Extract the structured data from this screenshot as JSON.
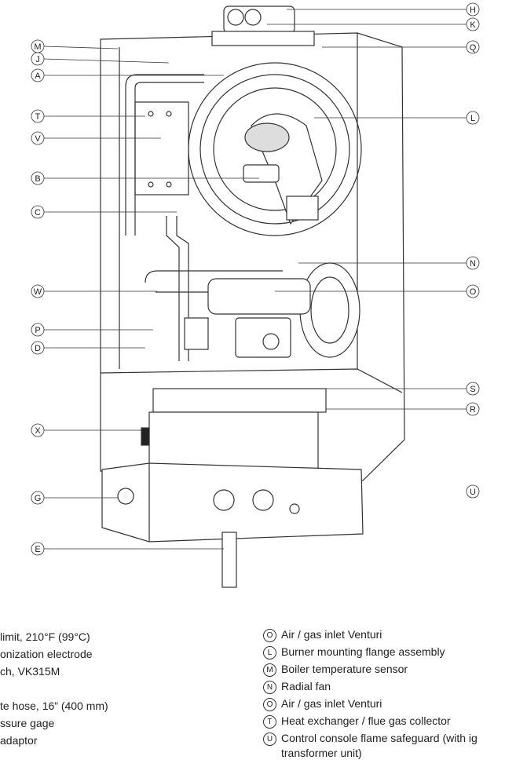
{
  "callouts_left": [
    "M",
    "J",
    "A",
    "T",
    "V",
    "B",
    "C",
    "W",
    "P",
    "D",
    "X",
    "G",
    "E"
  ],
  "callouts_right": [
    "H",
    "K",
    "Q",
    "L",
    "N",
    "O",
    "S",
    "R",
    "U"
  ],
  "legend_left": [
    {
      "text": "limit, 210°F (99°C)"
    },
    {
      "text": "onization electrode"
    },
    {
      "text": "ch, VK315M"
    },
    {
      "text": ""
    },
    {
      "text": "te hose, 16” (400 mm)"
    },
    {
      "text": "ssure gage"
    },
    {
      "text": "adaptor"
    }
  ],
  "legend_right": [
    {
      "letter": "O",
      "text": "Air / gas inlet Venturi"
    },
    {
      "letter": "L",
      "text": "Burner mounting flange assembly"
    },
    {
      "letter": "M",
      "text": "Boiler temperature sensor"
    },
    {
      "letter": "N",
      "text": "Radial fan"
    },
    {
      "letter": "O",
      "text": "Air / gas inlet Venturi"
    },
    {
      "letter": "T",
      "text": "Heat exchanger / flue gas collector"
    },
    {
      "letter": "U",
      "text": "Control console flame safeguard (with ig"
    },
    {
      "letter": "",
      "text": "transformer unit)"
    }
  ]
}
